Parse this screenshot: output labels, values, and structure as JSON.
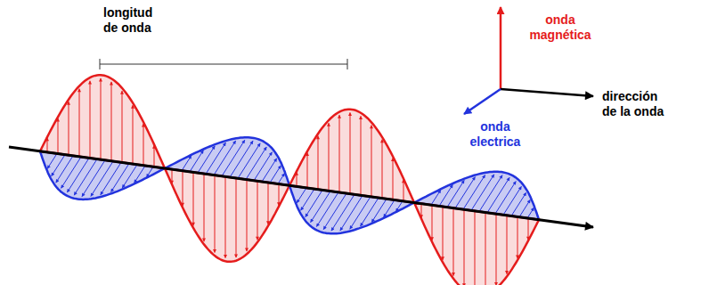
{
  "diagram": {
    "labels": [
      "longitud de onda",
      "onda magnética",
      "onda electrica",
      "dirección de la onda"
    ]
  }
}
